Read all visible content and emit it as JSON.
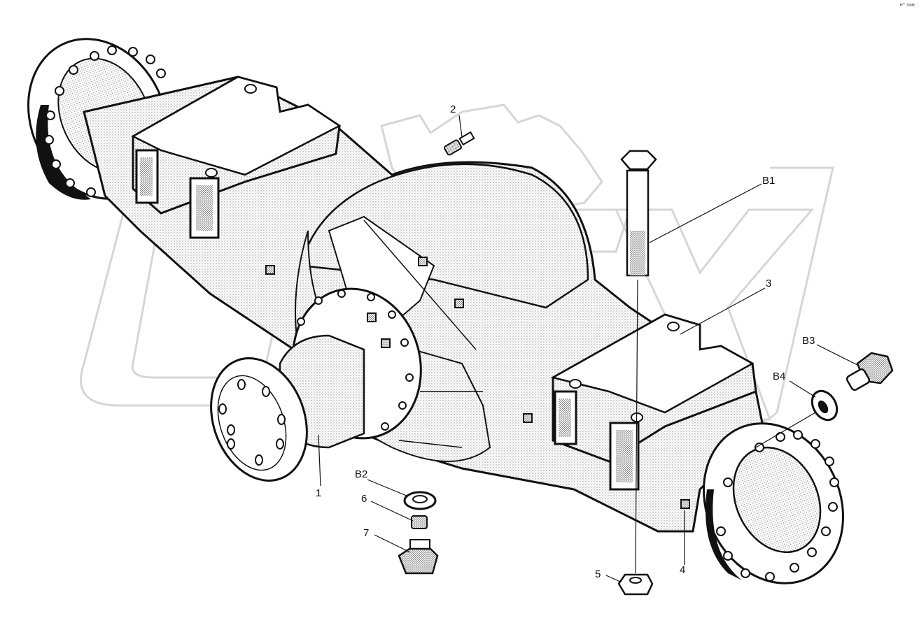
{
  "watermark": {
    "text": "OPEX",
    "color": "#d9d9d9"
  },
  "corner_code": "е⁰ зав",
  "callouts": [
    {
      "id": "2",
      "label": "2"
    },
    {
      "id": "B1",
      "label": "B1"
    },
    {
      "id": "3",
      "label": "3"
    },
    {
      "id": "B3",
      "label": "B3"
    },
    {
      "id": "B4",
      "label": "B4"
    },
    {
      "id": "1",
      "label": "1"
    },
    {
      "id": "B2",
      "label": "B2"
    },
    {
      "id": "6",
      "label": "6"
    },
    {
      "id": "7",
      "label": "7"
    },
    {
      "id": "5",
      "label": "5"
    },
    {
      "id": "4",
      "label": "4"
    }
  ],
  "colors": {
    "ink": "#111111",
    "stipple": "#8a8a8a",
    "paper": "#ffffff"
  }
}
